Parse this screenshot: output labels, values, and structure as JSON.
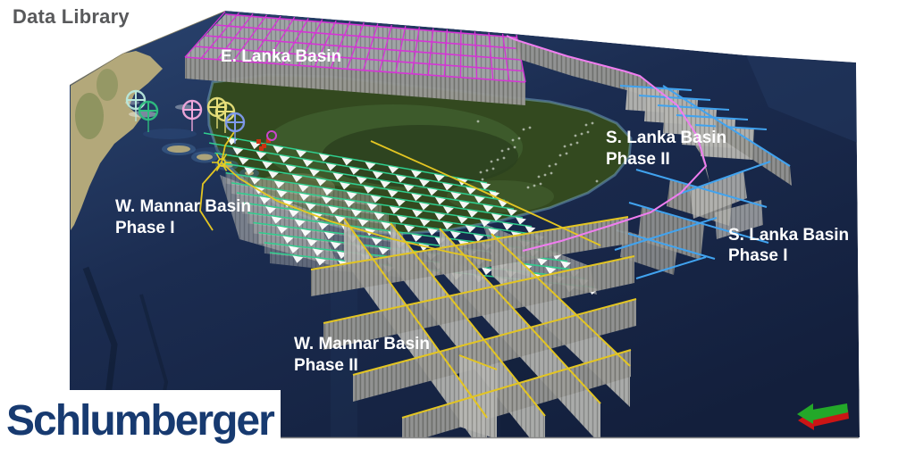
{
  "page": {
    "title": "Data Library"
  },
  "logo": {
    "text": "Schlumberger"
  },
  "scene": {
    "basins": {
      "e_lanka": {
        "name": "E. Lanka Basin",
        "phase": "",
        "grid_color": "#d633d6"
      },
      "s_lanka_p2": {
        "name": "S. Lanka Basin",
        "phase": "Phase II",
        "grid_color": "#41a3ef"
      },
      "s_lanka_p1": {
        "name": "S. Lanka Basin",
        "phase": "Phase I",
        "grid_color": "#41a3ef"
      },
      "w_mannar_p1": {
        "name": "W. Mannar Basin",
        "phase": "Phase I",
        "grid_color": "#2fcf8f"
      },
      "w_mannar_p2": {
        "name": "W. Mannar Basin",
        "phase": "Phase II",
        "grid_color": "#e3c522"
      }
    },
    "colors": {
      "ocean_light": "#2a4470",
      "ocean": "#1b2c50",
      "ocean_deep": "#131f3c",
      "land_india": "#b3a87a",
      "land_lanka": "#33491f",
      "shallow": "#7fb3d6",
      "boundary_line": "#f07df0",
      "fence_gray": "#b7b7b3",
      "fence_stripe": "#8f8f8b",
      "fence_gray_dark": "#9c9c98",
      "fence_dark_stripe": "#75756f",
      "label_white": "#ffffff",
      "title_gray": "#58595b",
      "logo_blue": "#173a70",
      "arrow_green": "#23a829",
      "arrow_red": "#cc1515",
      "viewport_edge": "#8c8c8c"
    },
    "markers": {
      "well_cyan": "#b8e8dc",
      "well_green": "#2fbf7f",
      "well_pink": "#f2a8dc",
      "well_yellow": "#e8e07a",
      "well_blue": "#7f9bef",
      "well_yellow_star": "#e8d020",
      "platform_red": "#cc3311",
      "platform_magenta": "#cc44cc"
    }
  }
}
